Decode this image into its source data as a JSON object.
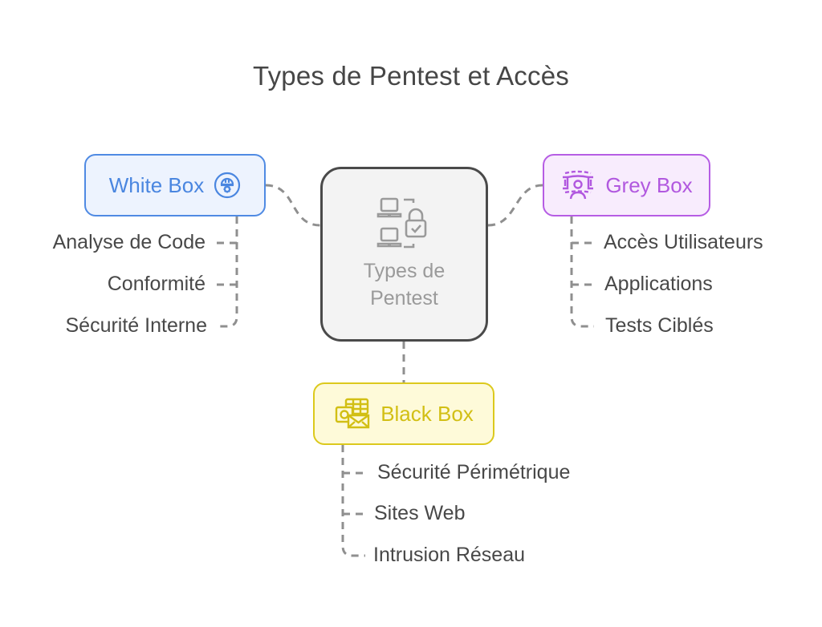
{
  "title": "Types de Pentest et Accès",
  "center": {
    "label_line1": "Types de",
    "label_line2": "Pentest",
    "icon": "laptops-lock-icon"
  },
  "branches": {
    "white_box": {
      "label": "White Box",
      "icon": "engineer-helmet-gear-icon",
      "color": "#4f8ae3",
      "items": [
        "Analyse de Code",
        "Conformité",
        "Sécurité Interne"
      ]
    },
    "grey_box": {
      "label": "Grey Box",
      "icon": "user-scan-icon",
      "color": "#b65de4",
      "items": [
        "Accès Utilisateurs",
        "Applications",
        "Tests Ciblés"
      ]
    },
    "black_box": {
      "label": "Black Box",
      "icon": "outlook-mail-grid-icon",
      "color": "#dcc91d",
      "items": [
        "Sécurité Périmétrique",
        "Sites Web",
        "Intrusion Réseau"
      ]
    }
  }
}
